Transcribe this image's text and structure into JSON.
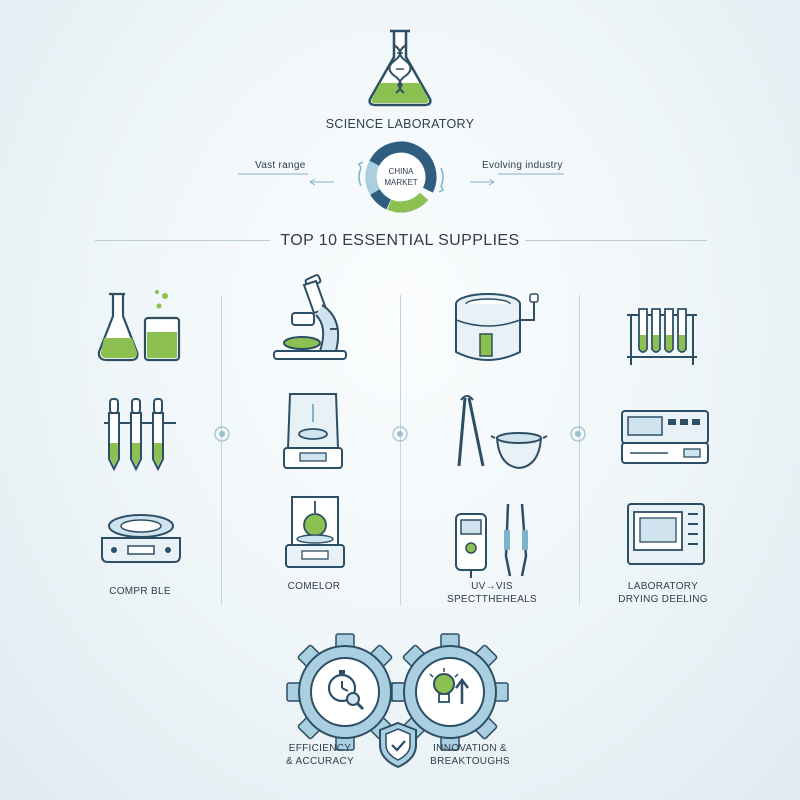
{
  "header": {
    "title": "SCIENCE LABORATORY",
    "left_note": "Vast range",
    "right_note": "Evolving industry",
    "center_badge": "CHINA MARKET",
    "center_badge_lines": [
      "CHINA",
      "MARKET"
    ]
  },
  "section": {
    "heading": "TOP 10 ESSENTIAL SUPPLIES"
  },
  "columns": [
    {
      "caption": "COMPR BLE",
      "icons": [
        "flask-beaker-icon",
        "pipettes-icon",
        "hot-plate-icon"
      ]
    },
    {
      "caption": "COMELOR",
      "icons": [
        "microscope-icon",
        "analytical-balance-icon",
        "precision-scale-icon"
      ]
    },
    {
      "caption": "UV→VIS SPECTTHEHEALS",
      "caption_lines": [
        "UV→VIS",
        "SPECTTHEHEALS"
      ],
      "icons": [
        "water-bath-icon",
        "tongs-crucible-icon",
        "spectrometer-tweezers-icon"
      ]
    },
    {
      "caption": "LABORATORY DRYING DEELING",
      "caption_lines": [
        "LABORATORY",
        "DRYING DEELING"
      ],
      "icons": [
        "test-tube-rack-icon",
        "lab-instrument-icon",
        "drying-oven-icon"
      ]
    }
  ],
  "footer": {
    "gear_left_lines": [
      "EFFICIENCY",
      "& ACCURACY"
    ],
    "gear_right_lines": [
      "INNOVATION &",
      "BREAKTOUGHS"
    ],
    "icons": [
      "stopwatch-magnifier-icon",
      "shield-check-icon",
      "lightbulb-arrow-icon"
    ]
  },
  "colors": {
    "outline": "#2d4f66",
    "green": "#8cc152",
    "light_blue": "#cfe4ee",
    "mid_blue": "#7fb3c9",
    "dark_blue": "#2f5d80"
  }
}
